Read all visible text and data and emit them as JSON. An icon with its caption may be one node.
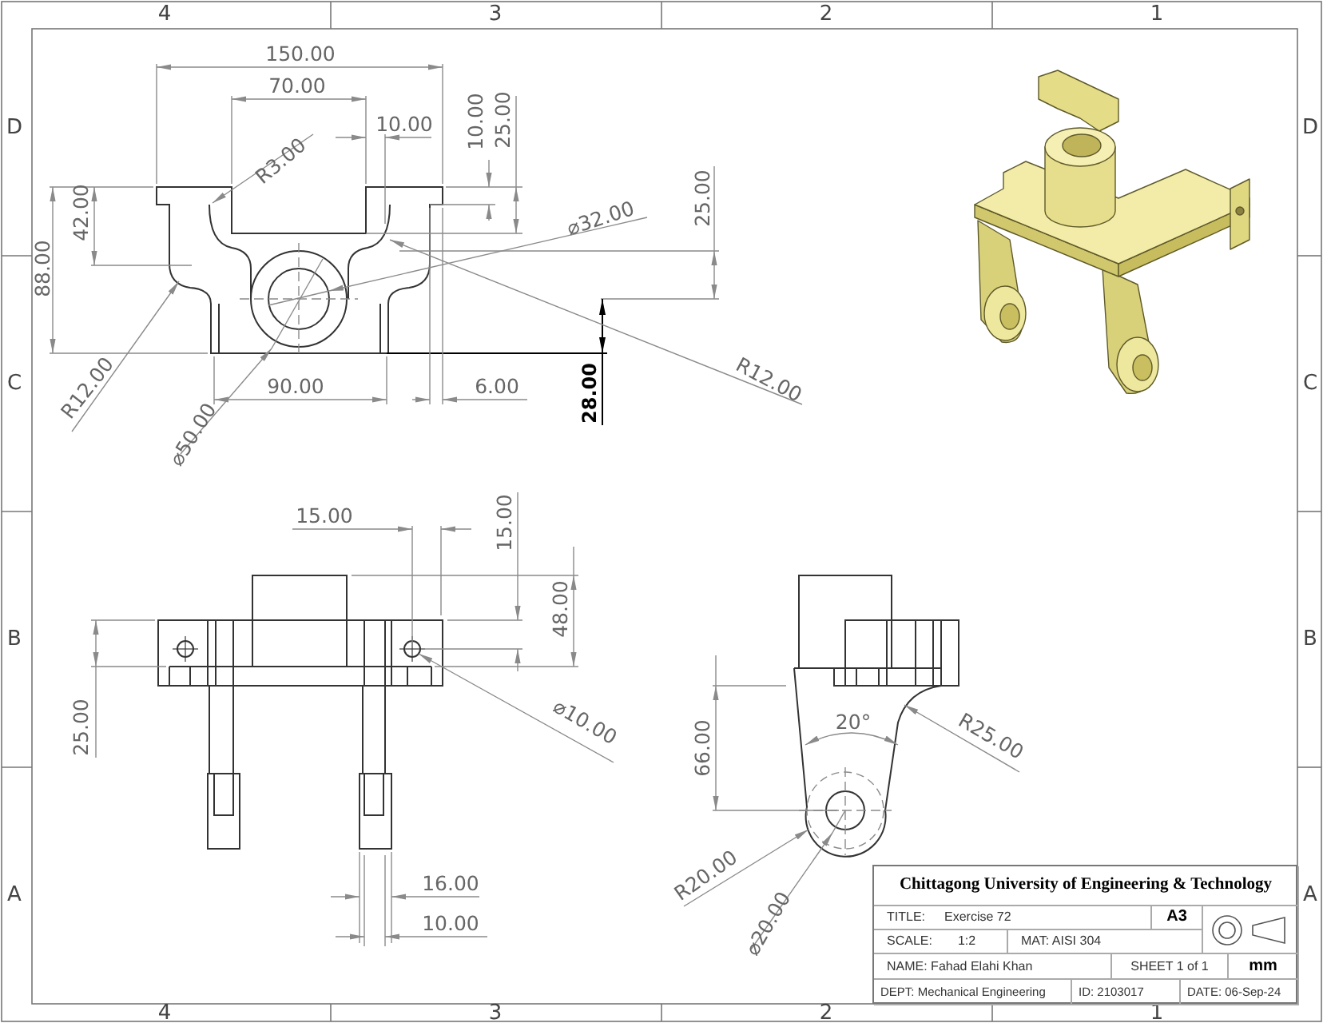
{
  "diagram": {
    "labels": [
      "4",
      "3",
      "2",
      "1",
      "D",
      "D",
      "C",
      "C",
      "B",
      "B",
      "A",
      "A",
      "150.00",
      "70.00",
      "R3.00",
      "10.00",
      "10.00",
      "25.00",
      "42.00",
      "88.00",
      "25.00",
      "⌀32.00",
      "R12.00",
      "90.00",
      "6.00",
      "28.00",
      "R12.00",
      "⌀50.00",
      "15.00",
      "15.00",
      "48.00",
      "25.00",
      "⌀10.00",
      "20°",
      "66.00",
      "R25.00",
      "16.00",
      "10.00",
      "R20.00",
      "⌀20.00",
      "Chittagong University of Engineering & Technology",
      "TITLE:",
      "Exercise 72",
      "A3",
      "SCALE:",
      "1:2",
      "MAT: AISI 304",
      "NAME: Fahad Elahi Khan",
      "SHEET 1 of 1",
      "mm",
      "DEPT: Mechanical Engineering",
      "ID: 2103017",
      "DATE: 06-Sep-24",
      "4",
      "3",
      "2",
      "1"
    ]
  }
}
